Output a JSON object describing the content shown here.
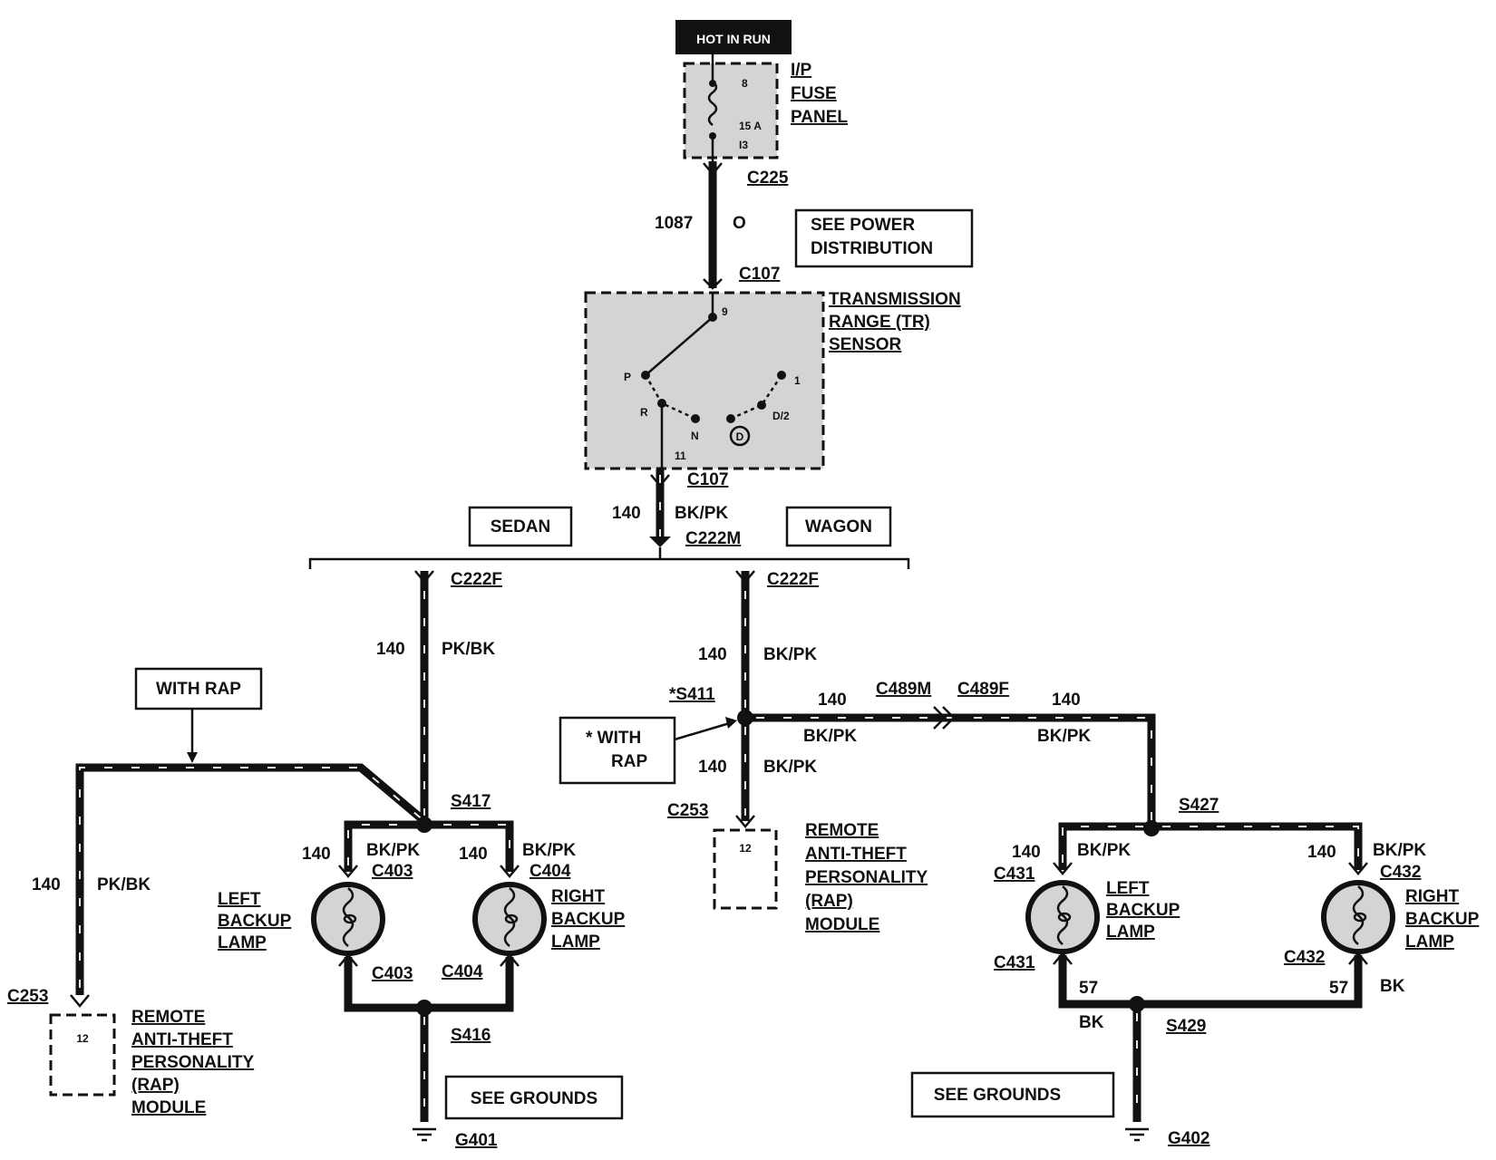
{
  "power": {
    "hot_label": "HOT IN RUN"
  },
  "fuse_panel": {
    "label_lines": [
      "I/P",
      "FUSE",
      "PANEL"
    ],
    "fuse_number": "8",
    "rating": "15 A",
    "pin": "I3"
  },
  "connectors": {
    "c225": "C225",
    "c107_top": "C107",
    "c107_bottom": "C107",
    "c222m": "C222M",
    "c222f_left": "C222F",
    "c222f_right": "C222F",
    "c489m": "C489M",
    "c489f": "C489F",
    "c253_left": "C253",
    "c253_center": "C253",
    "c403_top": "C403",
    "c403_bottom": "C403",
    "c404_top": "C404",
    "c404_bottom": "C404",
    "c431_top": "C431",
    "c431_bottom": "C431",
    "c432_top": "C432",
    "c432_bottom": "C432"
  },
  "splices": {
    "s411": "*S411",
    "s417": "S417",
    "s427": "S427",
    "s416": "S416",
    "s429": "S429"
  },
  "grounds": {
    "g401": "G401",
    "g402": "G402"
  },
  "wires": {
    "feed_circuit": "1087",
    "feed_color": "O",
    "backup_circuit": "140",
    "ground_circuit": "57",
    "colors": {
      "bkpk": "BK/PK",
      "pkbk": "PK/BK",
      "bk": "BK"
    }
  },
  "boxes": {
    "see_power": [
      "SEE POWER",
      "DISTRIBUTION"
    ],
    "sedan": "SEDAN",
    "wagon": "WAGON",
    "with_rap": "WITH RAP",
    "with_rap_star": [
      "*  WITH",
      "RAP"
    ],
    "see_grounds_left": "SEE GROUNDS",
    "see_grounds_right": "SEE GROUNDS"
  },
  "tr_sensor": {
    "label_lines": [
      "TRANSMISSION",
      "RANGE (TR)",
      "SENSOR"
    ],
    "pin_in": "9",
    "pin_out": "11",
    "positions": {
      "p": "P",
      "r": "R",
      "n": "N",
      "d": "D",
      "d2": "D/2",
      "one": "1"
    }
  },
  "rap_module": {
    "pin": "12",
    "label_lines": [
      "REMOTE",
      "ANTI-THEFT",
      "PERSONALITY",
      "(RAP)",
      "MODULE"
    ]
  },
  "lamps": {
    "left_lines": [
      "LEFT",
      "BACKUP",
      "LAMP"
    ],
    "right_lines": [
      "RIGHT",
      "BACKUP",
      "LAMP"
    ]
  }
}
